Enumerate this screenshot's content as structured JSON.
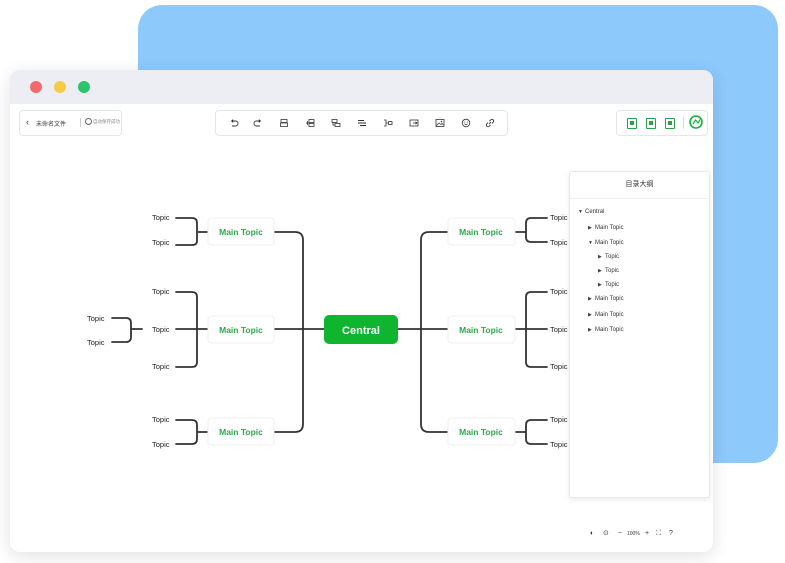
{
  "file": {
    "name": "未命名文件",
    "save_status": "自动保存成功"
  },
  "toolbar": {
    "tools": [
      "undo-icon",
      "redo-icon",
      "format-painter-icon",
      "insert-child-icon",
      "insert-sibling-icon",
      "insert-parent-icon",
      "summary-icon",
      "relationship-icon",
      "image-icon",
      "emoji-icon",
      "link-icon"
    ]
  },
  "right_tools": {
    "icons": [
      "save-icon",
      "export-icon",
      "import-icon"
    ]
  },
  "colors": {
    "accent": "#10b52f",
    "topic_text": "#2fa84a",
    "line": "#333333",
    "backdrop": "#8ec9fb"
  },
  "mindmap": {
    "central": "Central",
    "main_topic": "Main Topic",
    "topic": "Topic"
  },
  "outline": {
    "title": "目录大纲",
    "items": [
      {
        "label": "Central",
        "level": 0,
        "arrow": "▼"
      },
      {
        "label": "Main Topic",
        "level": 1,
        "arrow": "▶"
      },
      {
        "label": "Main Topic",
        "level": 1,
        "arrow": "▼"
      },
      {
        "label": "Topic",
        "level": 2,
        "arrow": "▶"
      },
      {
        "label": "Topic",
        "level": 2,
        "arrow": "▶"
      },
      {
        "label": "Topic",
        "level": 2,
        "arrow": "▶"
      },
      {
        "label": "Main Topic",
        "level": 1,
        "arrow": "▶"
      },
      {
        "label": "Main Topic",
        "level": 1,
        "arrow": "▶"
      },
      {
        "label": "Main Topic",
        "level": 1,
        "arrow": "▶"
      }
    ]
  },
  "zoom": {
    "level": "100%",
    "minus": "−",
    "plus": "+"
  }
}
